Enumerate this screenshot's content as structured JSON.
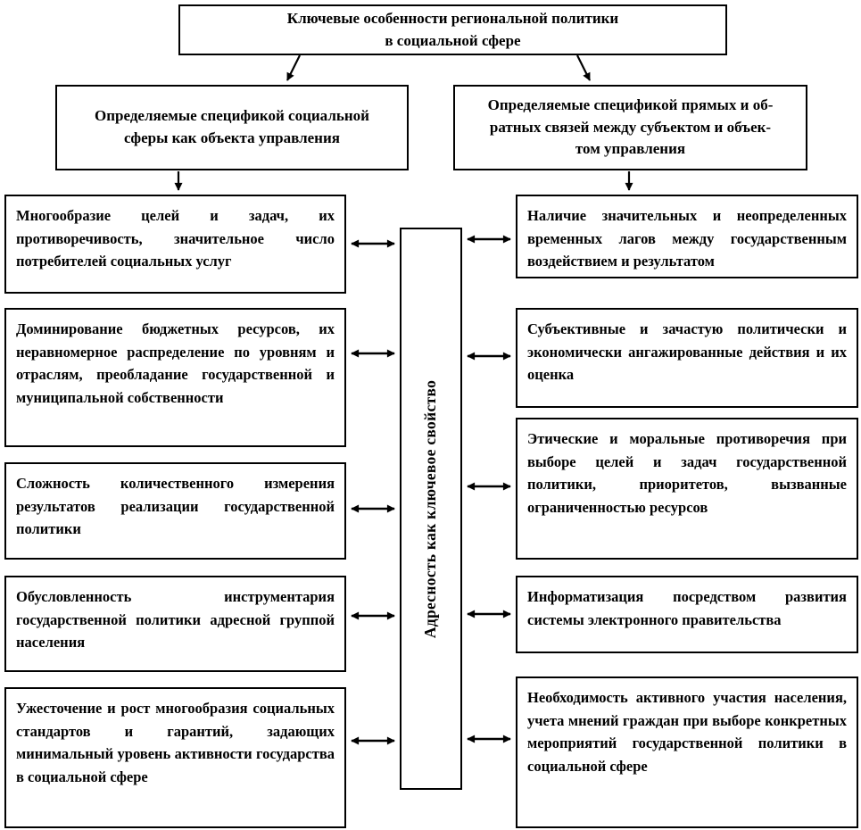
{
  "title": {
    "text": "Ключевые особенности региональной политики\nв социальной сфере"
  },
  "branch_left": {
    "text": "Определяемые спецификой социальной\nсферы как объекта управления"
  },
  "branch_right": {
    "text": "Определяемые спецификой прямых и об-\nратных связей между субъектом и объек-\nтом управления"
  },
  "center": {
    "text": "Адресность как ключевое свойство"
  },
  "left_column": [
    {
      "text": "Многообразие целей и задач, их противоречивость, значительное число потребителей социальных услуг"
    },
    {
      "text": "Доминирование бюджетных ресурсов, их неравномерное распределение по уровням и отраслям, преобладание государственной и муниципальной собственности"
    },
    {
      "text": "Сложность количественного измерения результатов реализации государственной политики"
    },
    {
      "text": "Обусловленность инструментария государственной политики адресной группой населения"
    },
    {
      "text": "Ужесточение и рост многообразия социальных стандартов и гарантий, задающих минимальный уровень активности государства в социальной сфере"
    }
  ],
  "right_column": [
    {
      "text": "Наличие значительных и неопределенных временных лагов между государственным воздействием и результатом"
    },
    {
      "text": "Субъективные и зачастую политически и экономически ангажированные действия и их оценка"
    },
    {
      "text": "Этические и моральные противоречия при выборе целей и задач государственной политики, приоритетов, вызванные ограниченностью ресурсов"
    },
    {
      "text": "Информатизация посредством развития системы электронного правительства"
    },
    {
      "text": "Необходимость активного участия населения, учета мнений граждан при выборе конкретных мероприятий государственной политики в социальной сфере"
    }
  ],
  "colors": {
    "border": "#000000",
    "background": "#ffffff",
    "text": "#000000"
  }
}
